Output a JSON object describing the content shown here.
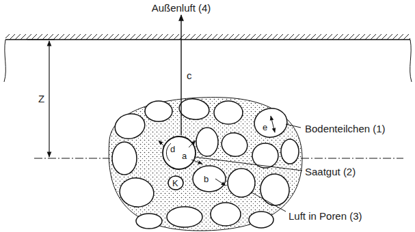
{
  "diagram": {
    "labels": [
      "Außenluft (4)",
      "c",
      "Z",
      "Bodenteilchen (1)",
      "e",
      "d",
      "a",
      "K",
      "b",
      "Saatgut (2)",
      "Luft in Poren (3)"
    ]
  }
}
